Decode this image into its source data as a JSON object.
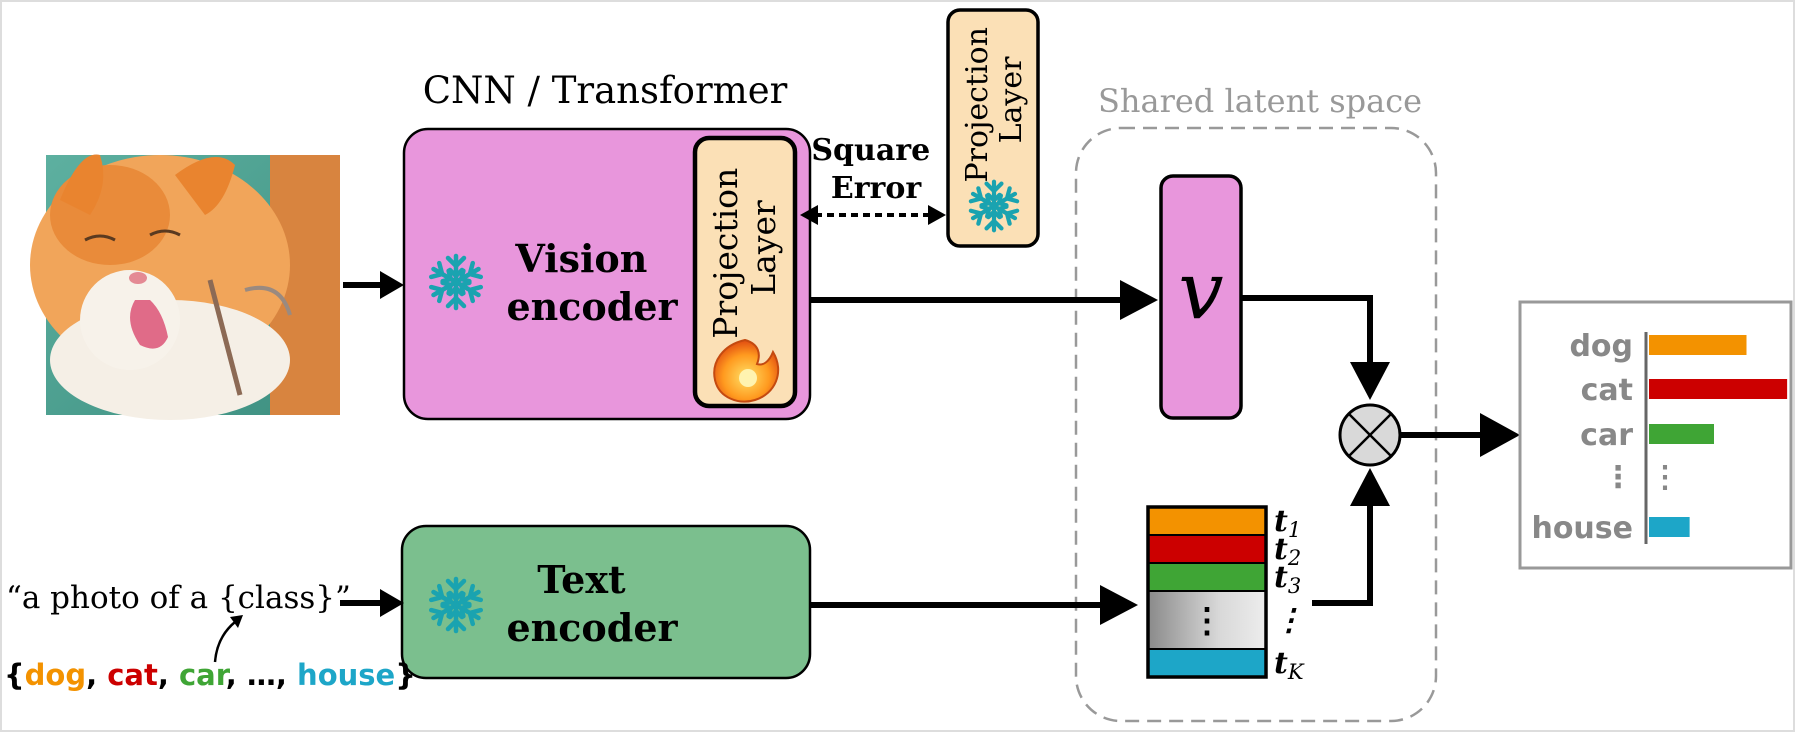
{
  "diagram": {
    "model_label": "CNN / Transformer",
    "vision_encoder_label": [
      "Vision",
      "encoder"
    ],
    "text_encoder_label": [
      "Text",
      "encoder"
    ],
    "projection_layer_label": [
      "Projection",
      "Layer"
    ],
    "square_error_label": [
      "Square",
      "Error"
    ],
    "shared_space_label": "Shared latent space",
    "vision_embedding_symbol": "v",
    "prompt_text": "“a photo of a {class}”",
    "class_list": {
      "open": "{",
      "close": "}",
      "items": [
        {
          "text": "dog",
          "color": "#f39200"
        },
        {
          "text": "cat",
          "color": "#cc0000"
        },
        {
          "text": "car",
          "color": "#3fa535"
        },
        {
          "text": "…",
          "color": "#000000"
        },
        {
          "text": "house",
          "color": "#1da6c8"
        }
      ]
    },
    "text_embeddings": [
      {
        "label": "t",
        "sub": "1",
        "color": "#f39200"
      },
      {
        "label": "t",
        "sub": "2",
        "color": "#cc0000"
      },
      {
        "label": "t",
        "sub": "3",
        "color": "#3fa535"
      },
      {
        "label": "⋮",
        "sub": "",
        "color": "#cccccc"
      },
      {
        "label": "t",
        "sub": "K",
        "color": "#1da6c8"
      }
    ],
    "output_chart": {
      "categories": [
        "dog",
        "cat",
        "car",
        "⋮",
        "house"
      ],
      "values": [
        0.6,
        0.85,
        0.4,
        null,
        0.25
      ],
      "colors": [
        "#f39200",
        "#cc0000",
        "#3fa535",
        "#888888",
        "#1da6c8"
      ]
    },
    "colors": {
      "vision_encoder": "#e896dc",
      "text_encoder": "#7bbf8e",
      "projection": "#fbe0b6",
      "snowflake": "#1aa3b0"
    }
  }
}
